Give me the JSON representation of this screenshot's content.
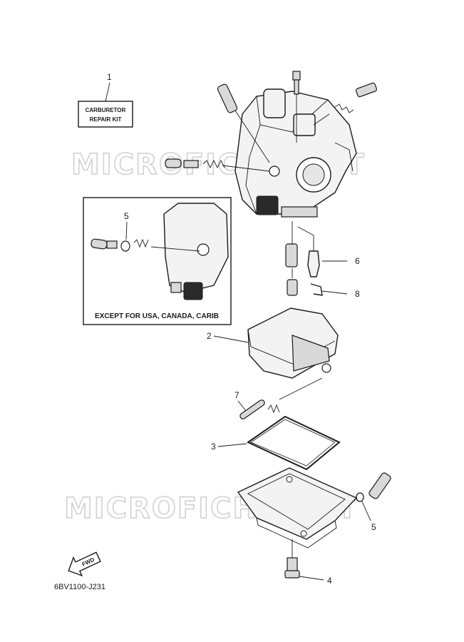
{
  "kit_box": {
    "line1": "CARBURETOR",
    "line2": "REPAIR KIT"
  },
  "inset_caption": "EXCEPT FOR USA, CANADA, CARIB",
  "callouts": {
    "c1": "1",
    "c2": "2",
    "c3": "3",
    "c4": "4",
    "c5_inset": "5",
    "c5": "5",
    "c6": "6",
    "c7": "7",
    "c8": "8"
  },
  "fwd_label": "FWD",
  "diagram_code": "6BV1100-J231",
  "watermark": "MICROFICHE.NET"
}
